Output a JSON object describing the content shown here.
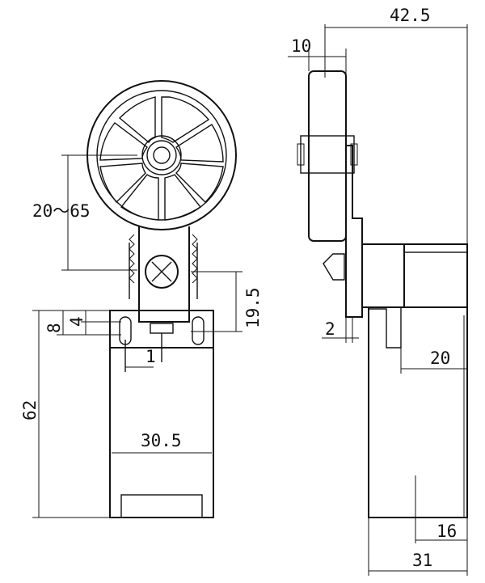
{
  "dimensions": {
    "overall_depth": "42.5",
    "wheel_width": "10",
    "lever_range": "20～65",
    "axis_height": "19.5",
    "mount_offset_8": "8",
    "mount_offset_4": "4",
    "pin_offset": "1",
    "body_height": "62",
    "body_width": "30.5",
    "flange_thickness": "2",
    "side_depth_20": "20",
    "side_base_16": "16",
    "side_depth_31": "31"
  },
  "colors": {
    "line": "#111111",
    "background": "#ffffff"
  }
}
